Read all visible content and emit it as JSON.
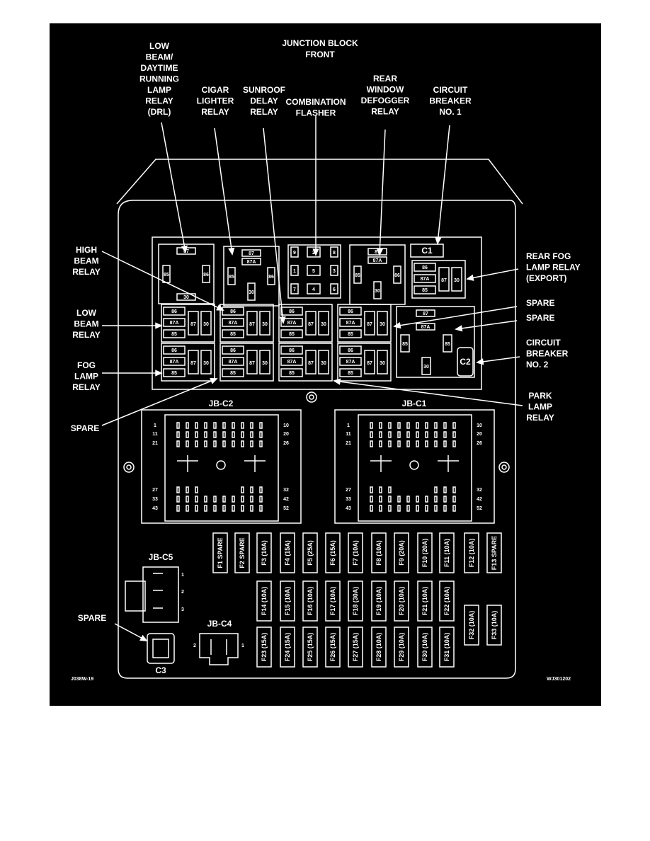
{
  "title": [
    "JUNCTION BLOCK",
    "FRONT"
  ],
  "callouts": {
    "low_beam_drl": [
      "LOW",
      "BEAM/",
      "DAYTIME",
      "RUNNING",
      "LAMP",
      "RELAY",
      "(DRL)"
    ],
    "cigar_lighter": [
      "CIGAR",
      "LIGHTER",
      "RELAY"
    ],
    "sunroof_delay": [
      "SUNROOF",
      "DELAY",
      "RELAY"
    ],
    "combination_flasher": [
      "COMBINATION",
      "FLASHER"
    ],
    "rear_window_defogger": [
      "REAR",
      "WINDOW",
      "DEFOGGER",
      "RELAY"
    ],
    "circuit_breaker_1": [
      "CIRCUIT",
      "BREAKER",
      "NO. 1"
    ],
    "high_beam": [
      "HIGH",
      "BEAM",
      "RELAY"
    ],
    "low_beam": [
      "LOW",
      "BEAM",
      "RELAY"
    ],
    "fog_lamp": [
      "FOG",
      "LAMP",
      "RELAY"
    ],
    "spare_left": [
      "SPARE"
    ],
    "rear_fog": [
      "REAR FOG",
      "LAMP RELAY",
      "(EXPORT)"
    ],
    "spare_right_1": [
      "SPARE"
    ],
    "spare_right_2": [
      "SPARE"
    ],
    "circuit_breaker_2": [
      "CIRCUIT",
      "BREAKER",
      "NO. 2"
    ],
    "park_lamp": [
      "PARK",
      "LAMP",
      "RELAY"
    ],
    "spare_c3": [
      "SPARE"
    ]
  },
  "connectors": {
    "jb_c2": "JB-C2",
    "jb_c1": "JB-C1",
    "jb_c5": "JB-C5",
    "jb_c4": "JB-C4",
    "c3": "C3",
    "c1": "C1",
    "c2": "C2",
    "c_rows_left": [
      "1",
      "11",
      "21",
      "27",
      "33",
      "43"
    ],
    "c_rows_right": [
      "10",
      "20",
      "26",
      "32",
      "42",
      "52"
    ],
    "c5_pins": [
      "1",
      "2",
      "3"
    ],
    "c4_pins": [
      "2",
      "1"
    ]
  },
  "pins": {
    "p87": "87",
    "p87a": "87A",
    "p86": "86",
    "p85": "85",
    "p30": "30"
  },
  "flasher_pins": [
    "9",
    "2",
    "8",
    "1",
    "5",
    "3",
    "7",
    "4",
    "6"
  ],
  "fuses": {
    "row1": [
      "F1 SPARE",
      "F2 SPARE",
      "F3 (10A)",
      "F4 (15A)",
      "F5 (25A)",
      "F6 (15A)",
      "F7 (10A)",
      "F8 (10A)",
      "F9 (20A)",
      "F10 (20A)",
      "F11 (10A)",
      "F12 (10A)",
      "F13 SPARE"
    ],
    "row2": [
      "F14 (10A)",
      "F15 (10A)",
      "F16 (10A)",
      "F17 (10A)",
      "F18 (30A)",
      "F19 (10A)",
      "F20 (10A)",
      "F21 (10A)",
      "F22 (10A)"
    ],
    "row3": [
      "F23 (15A)",
      "F24 (15A)",
      "F25 (15A)",
      "F26 (15A)",
      "F27 (15A)",
      "F28 (10A)",
      "F29 (10A)",
      "F30 (10A)",
      "F31 (10A)"
    ],
    "extra": [
      "F32 (10A)",
      "F33 (10A)"
    ]
  },
  "footer": {
    "left": "J038W-19",
    "right": "WJ301202"
  }
}
